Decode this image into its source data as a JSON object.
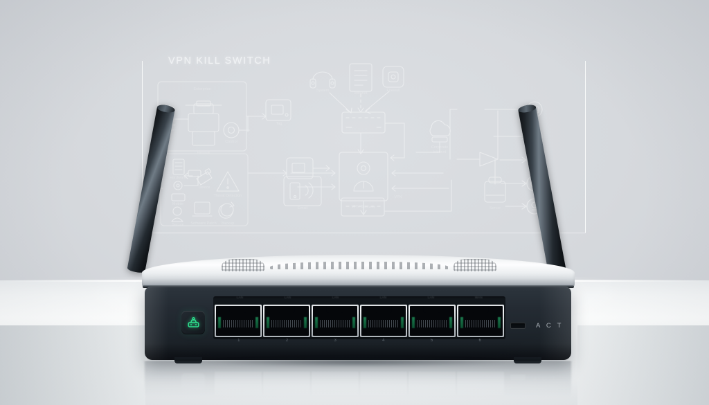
{
  "scene": {
    "subject": "wireless-router",
    "background_color": "#d6d9dd",
    "surface_color": "#f6f8f9"
  },
  "diagram": {
    "title": "VPN KILL SWITCH",
    "title_color": "#f2f4f6",
    "line_color": "#ffffff",
    "description": "faint white line-art flowchart watermark behind the router",
    "nodes": [
      {
        "name": "left-panel-group",
        "label": ""
      },
      {
        "name": "printer-node",
        "label": ""
      },
      {
        "name": "smartphone-node",
        "label": ""
      },
      {
        "name": "clock-node",
        "label": ""
      },
      {
        "name": "laptop-node",
        "label": ""
      },
      {
        "name": "headset-node",
        "label": ""
      },
      {
        "name": "document-node",
        "label": ""
      },
      {
        "name": "storage-node",
        "label": ""
      },
      {
        "name": "server-rack-node",
        "label": ""
      },
      {
        "name": "vpn-user-node",
        "label": ""
      },
      {
        "name": "cloud-node",
        "label": ""
      },
      {
        "name": "firewall-node",
        "label": ""
      },
      {
        "name": "database-node",
        "label": ""
      },
      {
        "name": "mobile-node",
        "label": ""
      },
      {
        "name": "warning-node",
        "label": ""
      },
      {
        "name": "recycle-node",
        "label": ""
      },
      {
        "name": "lower-box-node",
        "label": ""
      }
    ],
    "endpoints": [
      {
        "name": "endpoint-1",
        "label": ""
      },
      {
        "name": "endpoint-2",
        "label": ""
      },
      {
        "name": "endpoint-3",
        "label": ""
      },
      {
        "name": "endpoint-4",
        "label": ""
      },
      {
        "name": "endpoint-5",
        "label": ""
      }
    ]
  },
  "router": {
    "chassis_color": "#242b33",
    "top_shell_color": "#f2f4f6",
    "antennas": [
      {
        "name": "antenna-left",
        "tilt_deg": 10.5
      },
      {
        "name": "antenna-right",
        "tilt_deg": -10.5
      }
    ],
    "status_indicator": {
      "icon": "wifi-router-icon",
      "color": "#29d98a",
      "state": "lit"
    },
    "ports": {
      "count": 6,
      "type": "RJ45",
      "numbers": [
        "1",
        "2",
        "3",
        "4",
        "5",
        "6"
      ],
      "labels": [
        "LAN",
        "LAN",
        "LAN",
        "LAN",
        "LAN",
        "WAN"
      ],
      "led_color": "#1f8f5a"
    },
    "act_label": "A C T",
    "act_slot": {
      "name": "reset-slot"
    }
  }
}
